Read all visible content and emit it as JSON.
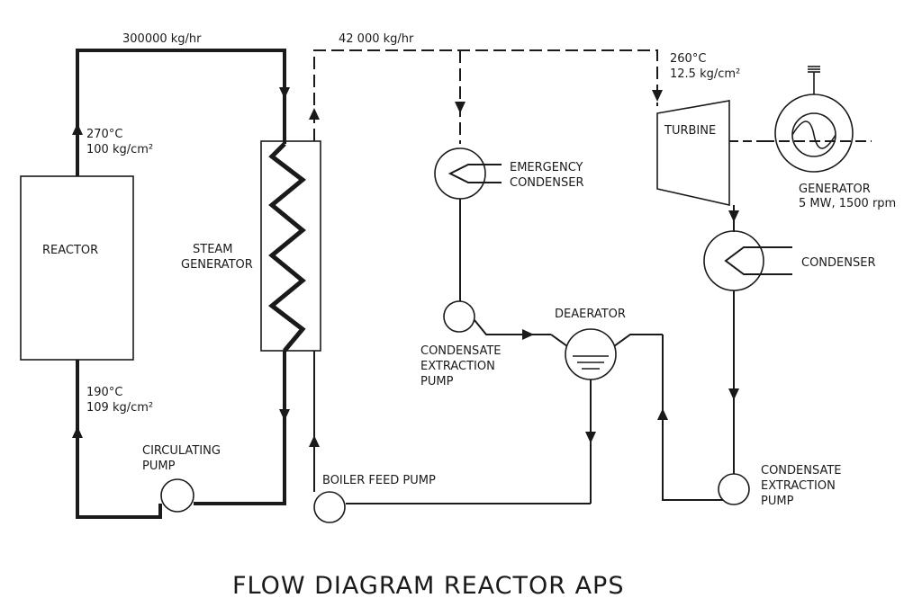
{
  "title": "FLOW DIAGRAM REACTOR APS",
  "labels": {
    "primary_flow": "300000 kg/hr",
    "secondary_flow": "42 000 kg/hr",
    "hot_temp": "270°C",
    "hot_pressure": "100 kg/cm²",
    "cold_temp": "190°C",
    "cold_pressure": "109 kg/cm²",
    "turbine_temp": "260°C",
    "turbine_pressure": "12.5 kg/cm²",
    "reactor": "REACTOR",
    "steam_generator_1": "STEAM",
    "steam_generator_2": "GENERATOR",
    "circulating_pump_1": "CIRCULATING",
    "circulating_pump_2": "PUMP",
    "boiler_feed_pump": "BOILER FEED PUMP",
    "emergency_condenser_1": "EMERGENCY",
    "emergency_condenser_2": "CONDENSER",
    "condensate_pump_left_1": "CONDENSATE",
    "condensate_pump_left_2": "EXTRACTION",
    "condensate_pump_left_3": "PUMP",
    "deaerator": "DEAERATOR",
    "turbine": "TURBINE",
    "generator_1": "GENERATOR",
    "generator_2": "5 MW, 1500 rpm",
    "condenser": "CONDENSER",
    "condensate_pump_right_1": "CONDENSATE",
    "condensate_pump_right_2": "EXTRACTION",
    "condensate_pump_right_3": "PUMP"
  },
  "colors": {
    "ink": "#1a1a1a",
    "paper": "#ffffff"
  }
}
